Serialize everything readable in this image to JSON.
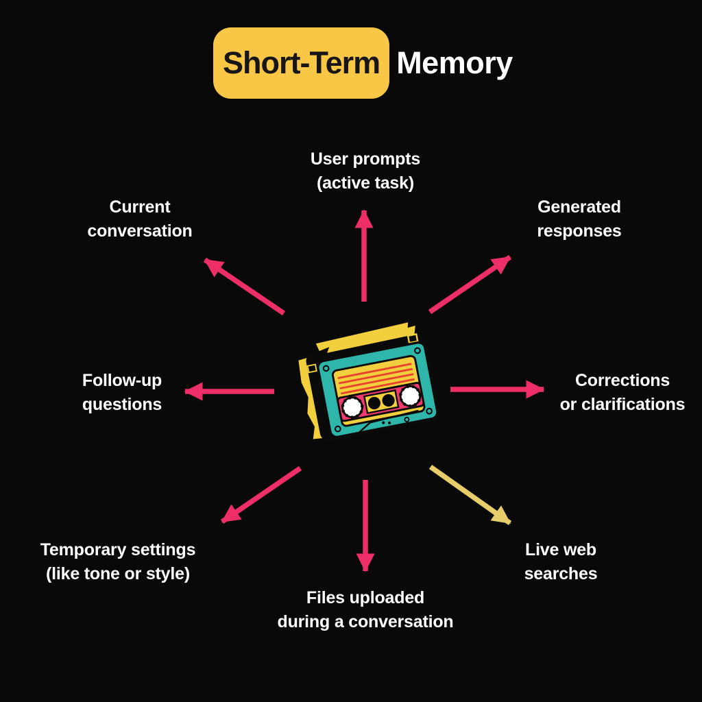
{
  "title": {
    "highlight": "Short-Term",
    "rest": "Memory"
  },
  "center_icon": "cassette-tape",
  "nodes": [
    {
      "id": "user-prompts",
      "lines": [
        "User prompts",
        "(active task)"
      ]
    },
    {
      "id": "current-conversation",
      "lines": [
        "Current",
        "conversation"
      ]
    },
    {
      "id": "generated-responses",
      "lines": [
        "Generated",
        "responses"
      ]
    },
    {
      "id": "follow-up-questions",
      "lines": [
        "Follow-up",
        "questions"
      ]
    },
    {
      "id": "corrections-or-clarifications",
      "lines": [
        "Corrections",
        "or clarifications"
      ]
    },
    {
      "id": "temporary-settings",
      "lines": [
        "Temporary settings",
        "(like tone or style)"
      ]
    },
    {
      "id": "files-uploaded",
      "lines": [
        "Files uploaded",
        "during a conversation"
      ]
    },
    {
      "id": "live-web-searches",
      "lines": [
        "Live web",
        "searches"
      ]
    }
  ],
  "arrows": [
    {
      "target": "user-prompts",
      "direction": "up",
      "color": "pink"
    },
    {
      "target": "current-conversation",
      "direction": "up-left",
      "color": "pink"
    },
    {
      "target": "generated-responses",
      "direction": "up-right",
      "color": "pink"
    },
    {
      "target": "follow-up-questions",
      "direction": "left",
      "color": "pink"
    },
    {
      "target": "corrections-or-clarifications",
      "direction": "right",
      "color": "pink"
    },
    {
      "target": "temporary-settings",
      "direction": "down-left",
      "color": "pink"
    },
    {
      "target": "files-uploaded",
      "direction": "down",
      "color": "pink"
    },
    {
      "target": "live-web-searches",
      "direction": "down-right",
      "color": "yellow"
    }
  ],
  "colors": {
    "bg": "#0A0909",
    "pink": "#ED2E67",
    "arrow_yellow": "#E8CE6B",
    "title_yellow": "#F7C745",
    "title_text": "#171515",
    "white": "#FFFFFF",
    "teal": "#2EB6AB",
    "cassette_pink": "#F2396F",
    "cassette_yellow": "#F2CF3D",
    "stripe_red": "#E8432C",
    "outline_black": "#0B0A0A"
  }
}
